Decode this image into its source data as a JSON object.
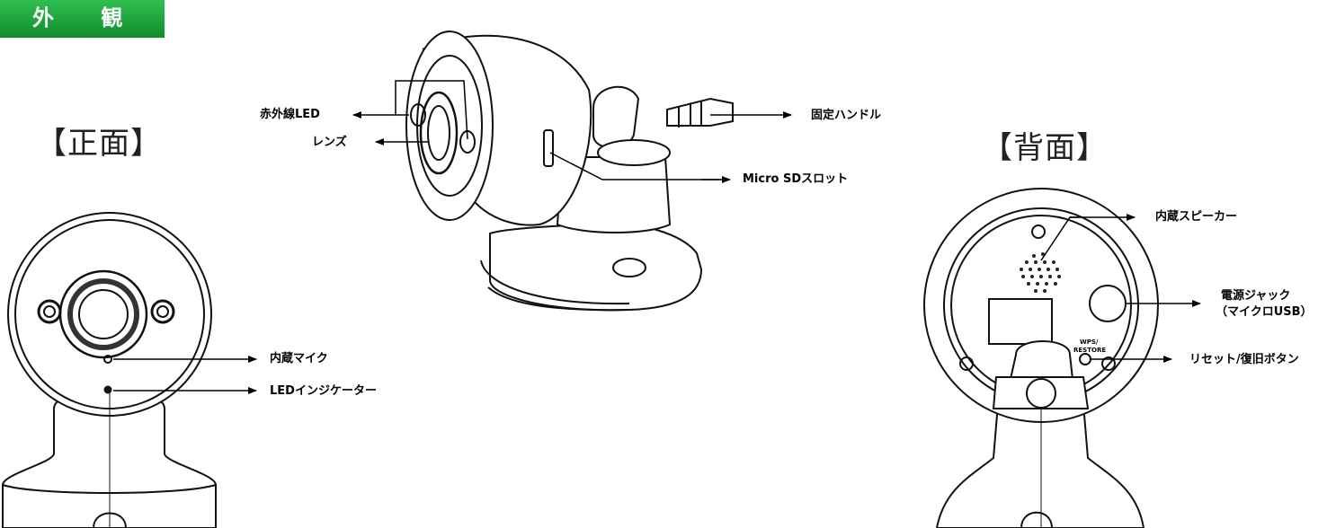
{
  "header": {
    "title": "外 観",
    "badge_color": "#1aa83a"
  },
  "views": {
    "front": "【正面】",
    "back": "【背面】"
  },
  "callouts": {
    "ir_led": "赤外線LED",
    "lens": "レンズ",
    "fixed_handle": "固定ハンドル",
    "micro_sd_slot": "Micro SDスロット",
    "built_in_mic": "内蔵マイク",
    "led_indicator": "LEDインジケーター",
    "built_in_speaker": "内蔵スピーカー",
    "power_jack": "電源ジャック",
    "power_jack_sub": "（マイクロUSB）",
    "reset_button": "リセット/復旧ボタン",
    "wps_label": "WPS/",
    "restore_label": "RESTORE"
  }
}
